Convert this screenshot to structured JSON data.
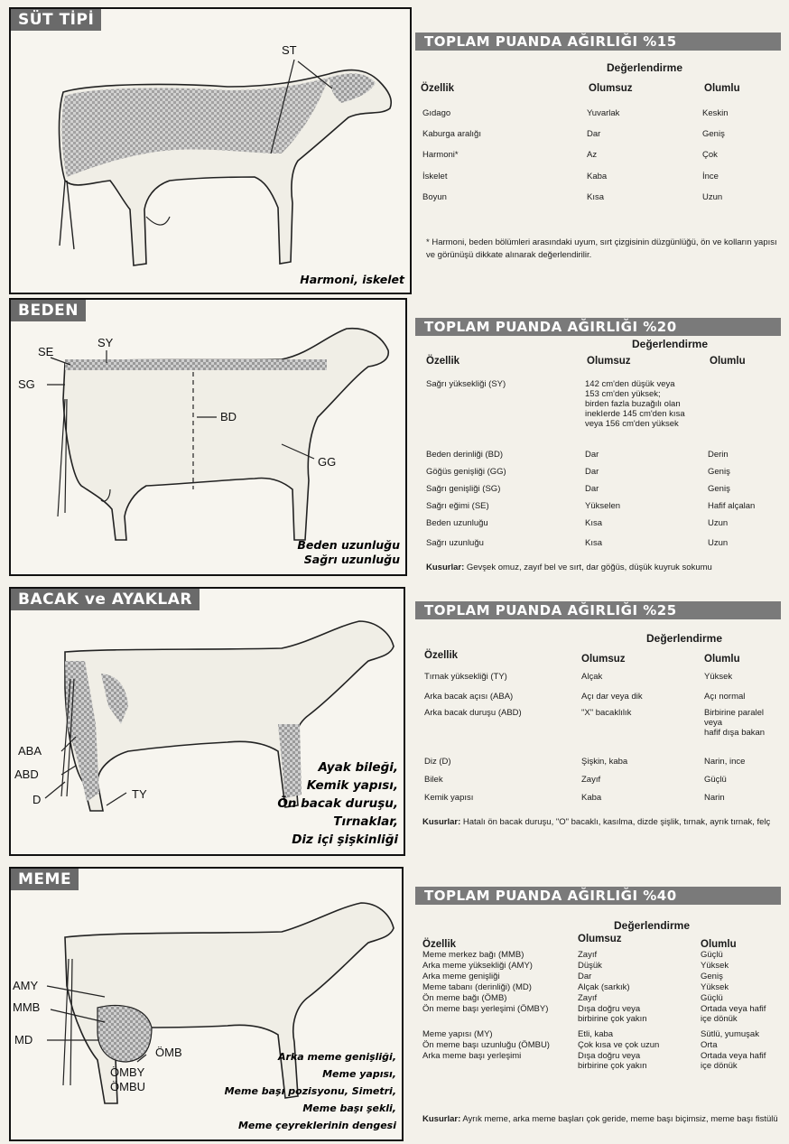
{
  "sections": [
    {
      "title": "SÜT TİPİ",
      "labels": [
        "ST"
      ],
      "caption": [
        "Harmoni, iskelet"
      ],
      "weight": "TOPLAM PUANDA AĞIRLIĞI %15",
      "table_title": "Değerlendirme",
      "headers": [
        "Özellik",
        "Olumsuz",
        "Olumlu"
      ],
      "rows": [
        [
          "Gıdago",
          "Yuvarlak",
          "Keskin"
        ],
        [
          "Kaburga aralığı",
          "Dar",
          "Geniş"
        ],
        [
          "Harmoni*",
          "Az",
          "Çok"
        ],
        [
          "İskelet",
          "Kaba",
          "İnce"
        ],
        [
          "Boyun",
          "Kısa",
          "Uzun"
        ]
      ],
      "note": "* Harmoni, beden bölümleri arasındaki uyum, sırt çizgisinin düzgünlüğü, ön ve kolların yapısı ve görünüşü dikkate alınarak değerlendirilir."
    },
    {
      "title": "BEDEN",
      "labels": [
        "SE",
        "SY",
        "SG",
        "BD",
        "GG"
      ],
      "caption": [
        "Beden uzunluğu",
        "Sağrı uzunluğu"
      ],
      "weight": "TOPLAM PUANDA AĞIRLIĞI %20",
      "table_title": "Değerlendirme",
      "headers": [
        "Özellik",
        "Olumsuz",
        "Olumlu"
      ],
      "rows": [
        [
          "Sağrı yüksekliği (SY)",
          "142 cm'den düşük veya\n153 cm'den yüksek;\nbirden fazla buzağılı olan\ninekIerde 145 cm'den kısa\nveya 156 cm'den yüksek",
          ""
        ],
        [
          "Beden derinliği (BD)",
          "Dar",
          "Derin"
        ],
        [
          "Göğüs genişliği (GG)",
          "Dar",
          "Geniş"
        ],
        [
          "Sağrı genişliği (SG)",
          "Dar",
          "Geniş"
        ],
        [
          "Sağrı eğimi (SE)",
          "Yükselen",
          "Hafif alçalan"
        ],
        [
          "Beden uzunluğu",
          "Kısa",
          "Uzun"
        ],
        [
          "Sağrı uzunluğu",
          "Kısa",
          "Uzun"
        ]
      ],
      "note_label": "Kusurlar:",
      "note": "Gevşek omuz, zayıf bel ve sırt, dar göğüs, düşük kuyruk sokumu"
    },
    {
      "title": "BACAK ve AYAKLAR",
      "labels": [
        "ABA",
        "ABD",
        "D",
        "TY"
      ],
      "caption": [
        "Ayak bileği,",
        "Kemik yapısı,",
        "Ön bacak duruşu,",
        "Tırnaklar,",
        "Diz içi şişkinliği"
      ],
      "weight": "TOPLAM PUANDA AĞIRLIĞI %25",
      "table_title": "Değerlendirme",
      "headers": [
        "Özellik",
        "Olumsuz",
        "Olumlu"
      ],
      "rows": [
        [
          "Tırnak yüksekliği (TY)",
          "Alçak",
          "Yüksek"
        ],
        [
          "Arka bacak açısı (ABA)",
          "Açı dar veya dik",
          "Açı normal"
        ],
        [
          "Arka bacak duruşu (ABD)",
          "\"X\" bacaklılık",
          "Birbirine paralel\nveya\nhafif dışa bakan"
        ],
        [
          "Diz (D)",
          "Şişkin, kaba",
          "Narin, ince"
        ],
        [
          "Bilek",
          "Zayıf",
          "Güçlü"
        ],
        [
          "Kemik yapısı",
          "Kaba",
          "Narin"
        ]
      ],
      "note_label": "Kusurlar:",
      "note": "Hatalı ön bacak duruşu, \"O\" bacaklı, kasılma, dizde şişlik, tırnak, ayrık tırnak, felç"
    },
    {
      "title": "MEME",
      "labels": [
        "AMY",
        "MMB",
        "MD",
        "ÖMB",
        "ÖMBY",
        "ÖMBU"
      ],
      "caption": [
        "Arka meme genişliği,",
        "Meme yapısı,",
        "Meme başı pozisyonu, Simetri,",
        "Meme başı şekli,",
        "Meme çeyreklerinin dengesi"
      ],
      "weight": "TOPLAM PUANDA AĞIRLIĞI %40",
      "table_title": "Değerlendirme",
      "headers": [
        "Özellik",
        "Olumsuz",
        "Olumlu"
      ],
      "rows": [
        [
          "Meme merkez bağı (MMB)",
          "Zayıf",
          "Güçlü"
        ],
        [
          "Arka meme yüksekliği (AMY)",
          "Düşük",
          "Yüksek"
        ],
        [
          "Arka meme genişliği",
          "Dar",
          "Geniş"
        ],
        [
          "Meme tabanı (derinliği) (MD)",
          "Alçak (sarkık)",
          "Yüksek"
        ],
        [
          "Ön meme bağı (ÖMB)",
          "Zayıf",
          "Güçlü"
        ],
        [
          "Ön meme başı yerleşimi (ÖMBY)",
          "Dışa doğru veya\nbirbirine çok yakın",
          "Ortada veya hafif\niçe dönük"
        ],
        [
          "Meme yapısı (MY)",
          "Etli, kaba",
          "Sütlü, yumuşak"
        ],
        [
          "Ön meme başı uzunluğu (ÖMBU)",
          "Çok kısa ve çok uzun",
          "Orta"
        ],
        [
          "Arka meme başı yerleşimi",
          "Dışa doğru veya\nbirbirine çok yakın",
          "Ortada veya hafif\niçe dönük"
        ]
      ],
      "note_label": "Kusurlar:",
      "note": "Ayrık meme, arka meme başları çok geride, meme başı biçimsiz, meme başı fistülü"
    }
  ]
}
